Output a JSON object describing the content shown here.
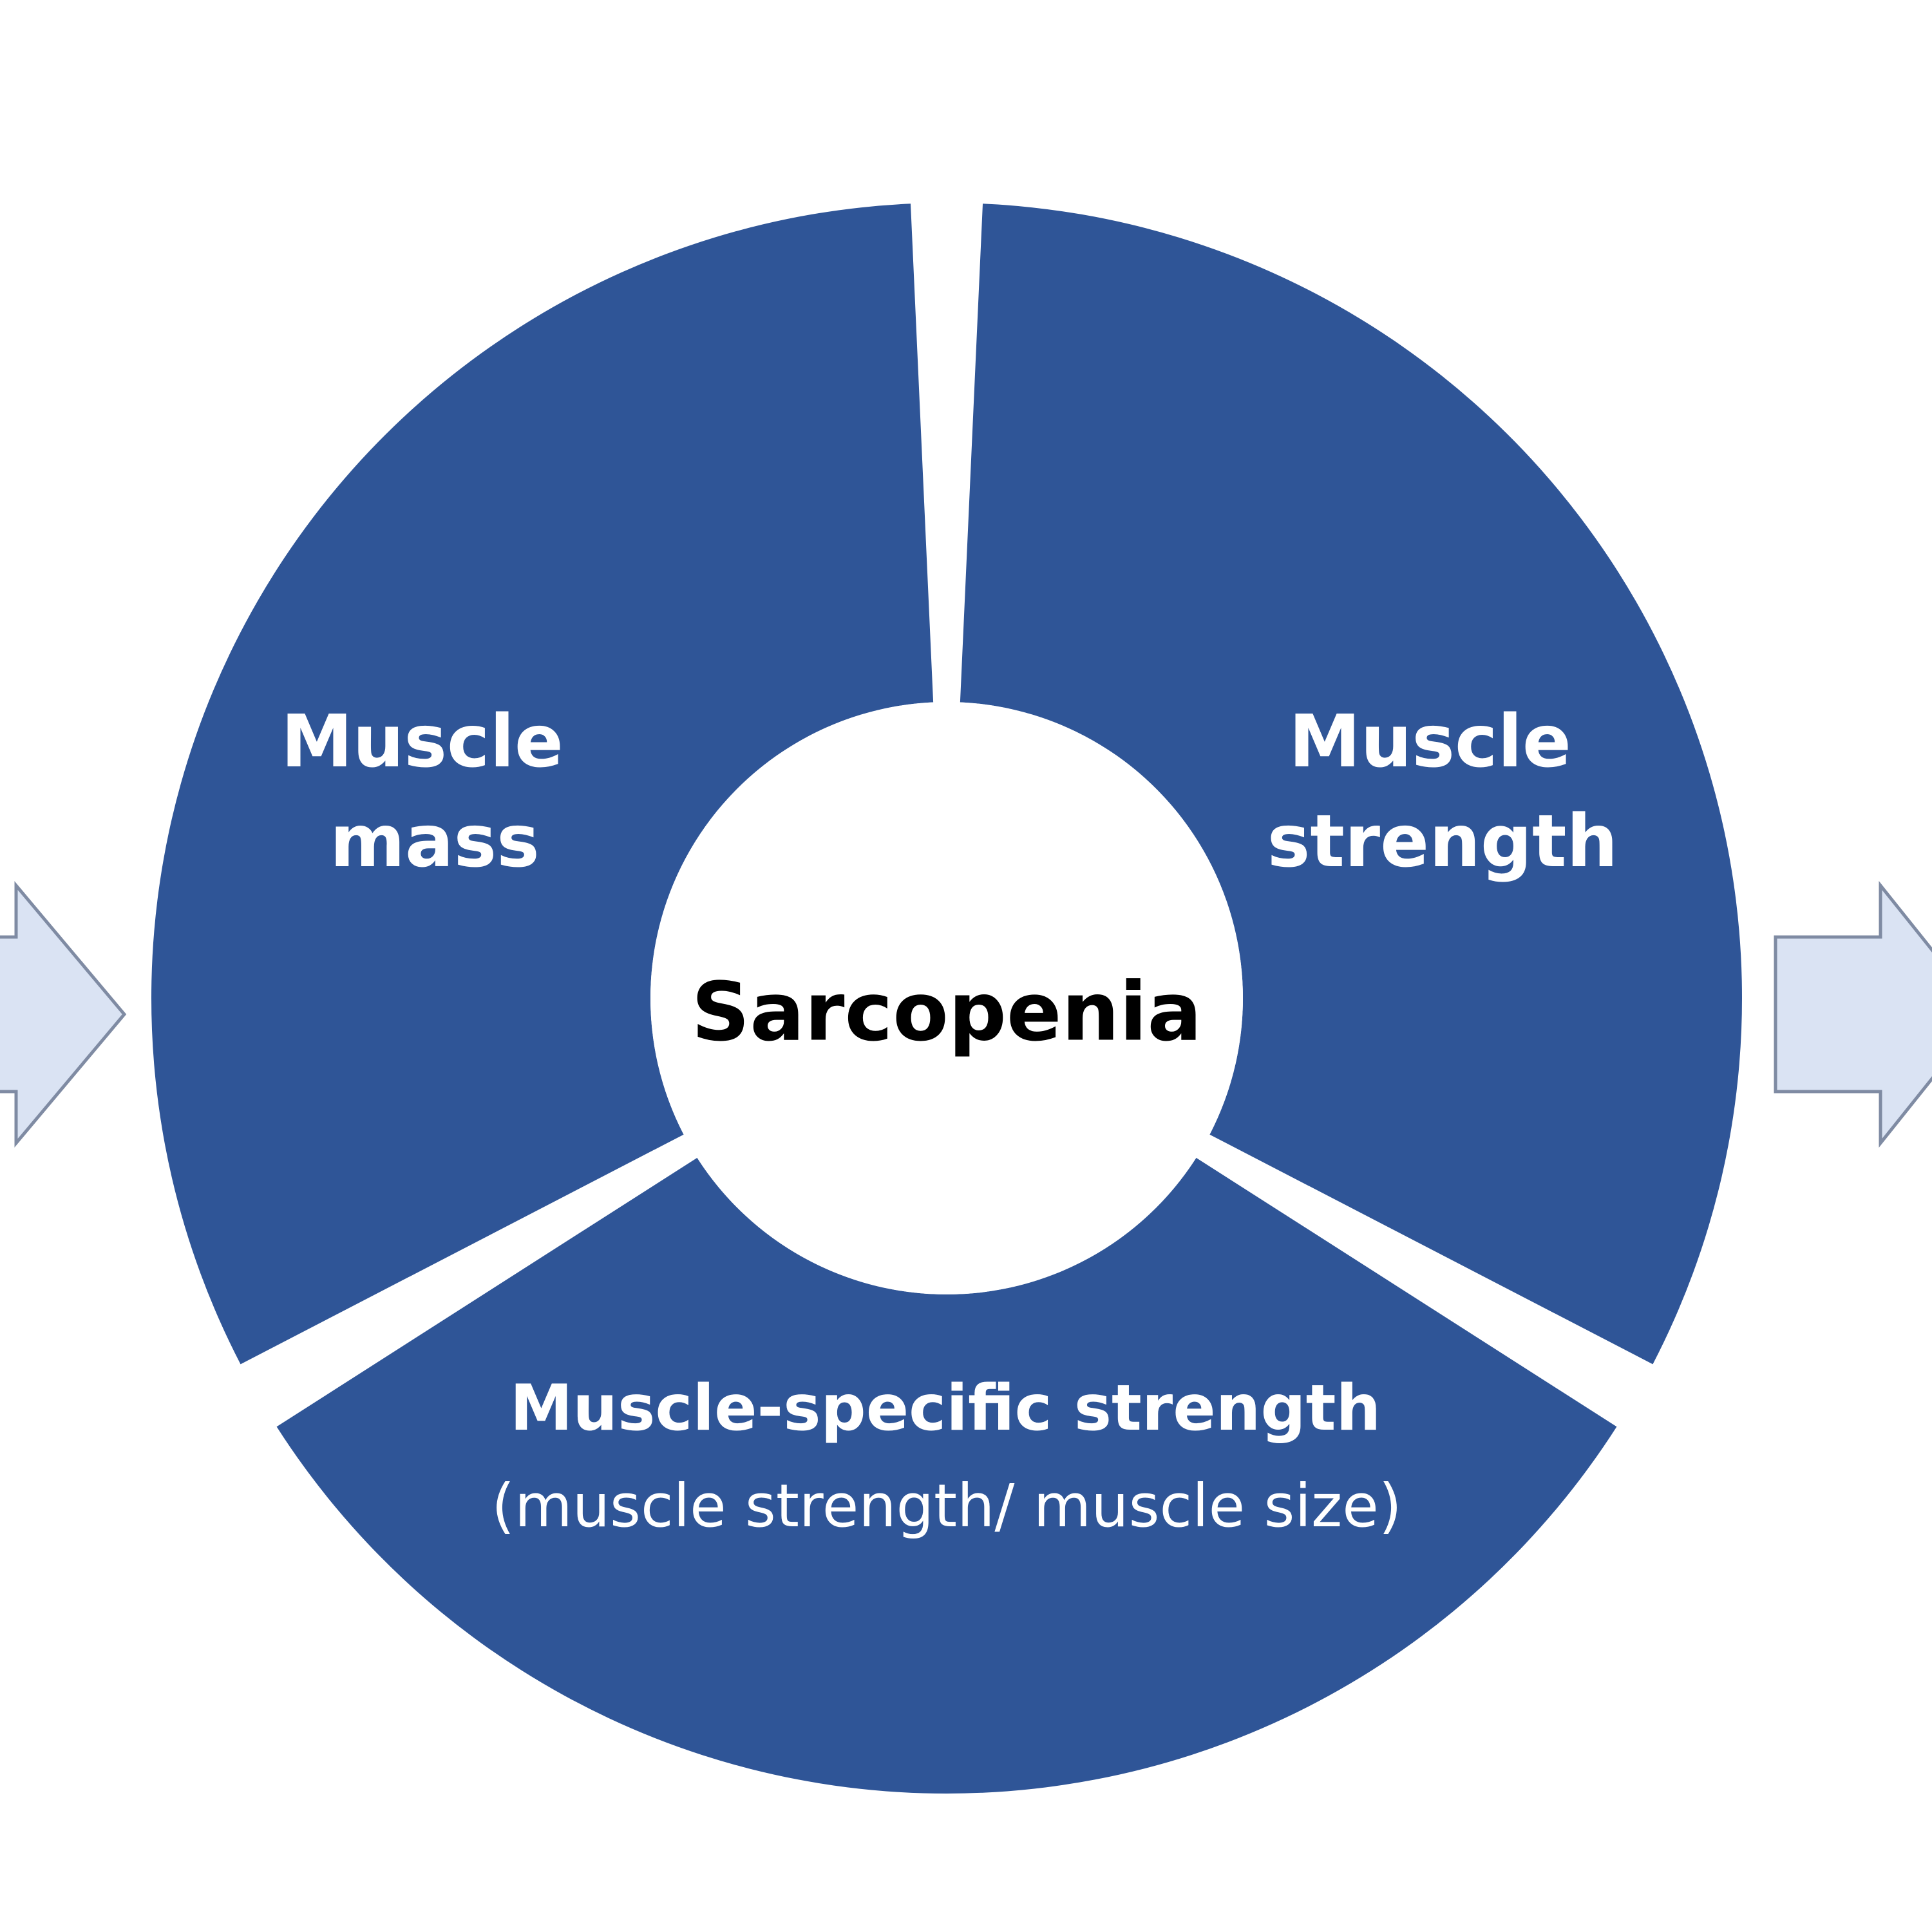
{
  "diagram": {
    "center_label": "Sarcopenia",
    "segments": {
      "mass": {
        "line1": "Muscle",
        "line2": "mass"
      },
      "strength": {
        "line1": "Muscle",
        "line2": "strength"
      },
      "specific": {
        "line1": "Muscle-specific strength",
        "line2": "(muscle strength/ muscle size)"
      }
    }
  },
  "colors": {
    "segment_fill": "#2f5597",
    "segment_text": "#ffffff",
    "center_fill": "#ffffff",
    "center_text": "#000000",
    "arrow_fill": "#dae3f3",
    "arrow_stroke": "#7f8ba3"
  },
  "icons": {
    "left_arrow": "right-arrow-icon",
    "right_arrow": "right-arrow-icon"
  }
}
